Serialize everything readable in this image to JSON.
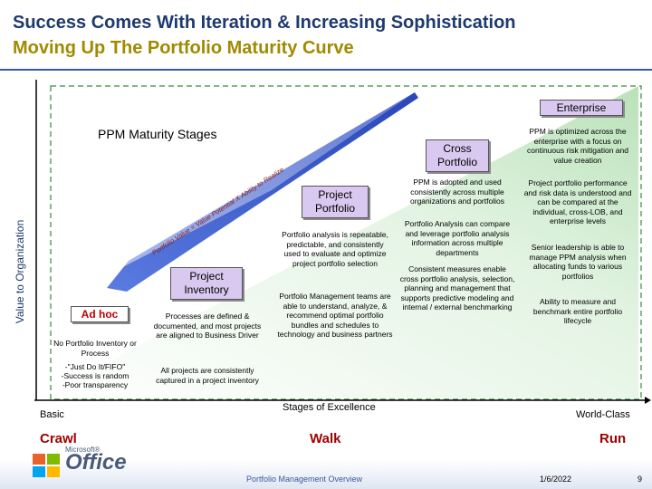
{
  "header": {
    "title": "Success Comes With Iteration & Increasing Sophistication",
    "subtitle": "Moving Up The Portfolio Maturity Curve"
  },
  "axes": {
    "y_label": "Value to Organization",
    "x_label": "Stages of Excellence",
    "x_left": "Basic",
    "x_right": "World-Class"
  },
  "diagram": {
    "stages_heading": "PPM Maturity Stages",
    "curve_text": "Portfolio Value = Value Potential X Ability to Realize",
    "boxes": {
      "adhoc": "Ad hoc",
      "project_inventory": "Project Inventory",
      "project_portfolio": "Project Portfolio",
      "cross_portfolio": "Cross Portfolio",
      "enterprise": "Enterprise"
    },
    "adhoc_notes": [
      "No Portfolio Inventory or Process",
      "-\"Just Do It/FIFO\"",
      "-Success is random",
      "-Poor transparency"
    ],
    "inventory_notes": [
      "Processes are defined & documented, and most projects are aligned to Business Driver",
      "All projects are consistently captured in a project inventory"
    ],
    "portfolio_notes": [
      "Portfolio analysis is repeatable, predictable, and consistently used to evaluate and optimize project portfolio selection",
      "Portfolio Management teams are able to understand, analyze, & recommend optimal portfolio bundles and schedules to technology and business partners"
    ],
    "cross_notes": [
      "PPM is adopted and used consistently across multiple organizations and portfolios",
      "Portfolio Analysis can compare and leverage portfolio analysis information across multiple departments",
      "Consistent measures enable cross portfolio analysis, selection, planning and management that supports predictive modeling and internal / external benchmarking"
    ],
    "enterprise_notes": [
      "PPM is optimized across the enterprise with a focus on continuous risk mitigation and value creation",
      "Project portfolio performance and risk data is understood and can be compared at the individual, cross-LOB, and enterprise levels",
      "Senior leadership is able to manage PPM analysis when allocating funds to various portfolios",
      "Ability to measure and benchmark entire portfolio lifecycle"
    ]
  },
  "stages": {
    "crawl": "Crawl",
    "walk": "Walk",
    "run": "Run"
  },
  "footer": {
    "logo_small": "Microsoft®",
    "logo_big": "Office",
    "center": "Portfolio Management Overview",
    "date": "1/6/2022",
    "page": "9"
  },
  "colors": {
    "title": "#1f3a6e",
    "subtitle": "#a08a00",
    "wedge": "#3a5fcd",
    "box": "#d9c9f0",
    "stage": "#a00000",
    "background_area": "#cfe9cf"
  }
}
